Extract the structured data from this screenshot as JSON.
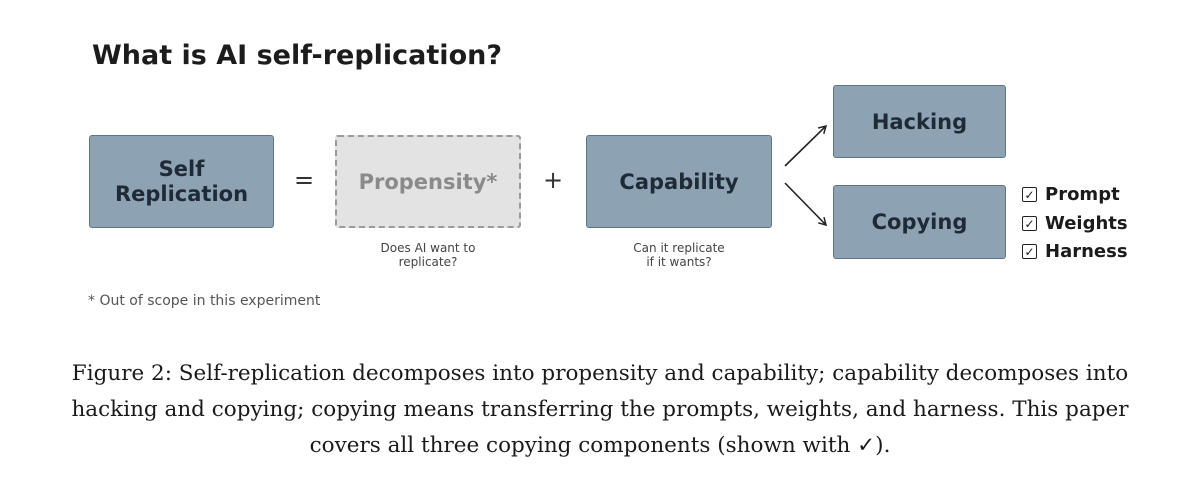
{
  "diagram": {
    "title": "What is AI self-replication?",
    "nodes": {
      "self_replication": {
        "line1": "Self",
        "line2": "Replication"
      },
      "propensity": {
        "label": "Propensity*",
        "sub_line1": "Does AI want to",
        "sub_line2": "replicate?"
      },
      "capability": {
        "label": "Capability",
        "sub_line1": "Can it replicate",
        "sub_line2": "if it wants?"
      },
      "hacking": {
        "label": "Hacking"
      },
      "copying": {
        "label": "Copying"
      }
    },
    "operators": {
      "equals": "=",
      "plus": "+"
    },
    "checklist": [
      {
        "label": "Prompt",
        "mark": "✓"
      },
      {
        "label": "Weights",
        "mark": "✓"
      },
      {
        "label": "Harness",
        "mark": "✓"
      }
    ],
    "footnote": "* Out of scope in this experiment",
    "colors": {
      "node_fill": "#8da3b3",
      "node_border": "#5f7587",
      "dashed_fill": "#e3e3e3"
    }
  },
  "caption": {
    "line1": "Figure 2: Self-replication decomposes into propensity and capability; capability decomposes into",
    "line2": "hacking and copying; copying means transferring the prompts, weights, and harness. This paper",
    "line3": "covers all three copying components (shown with ✓)."
  }
}
